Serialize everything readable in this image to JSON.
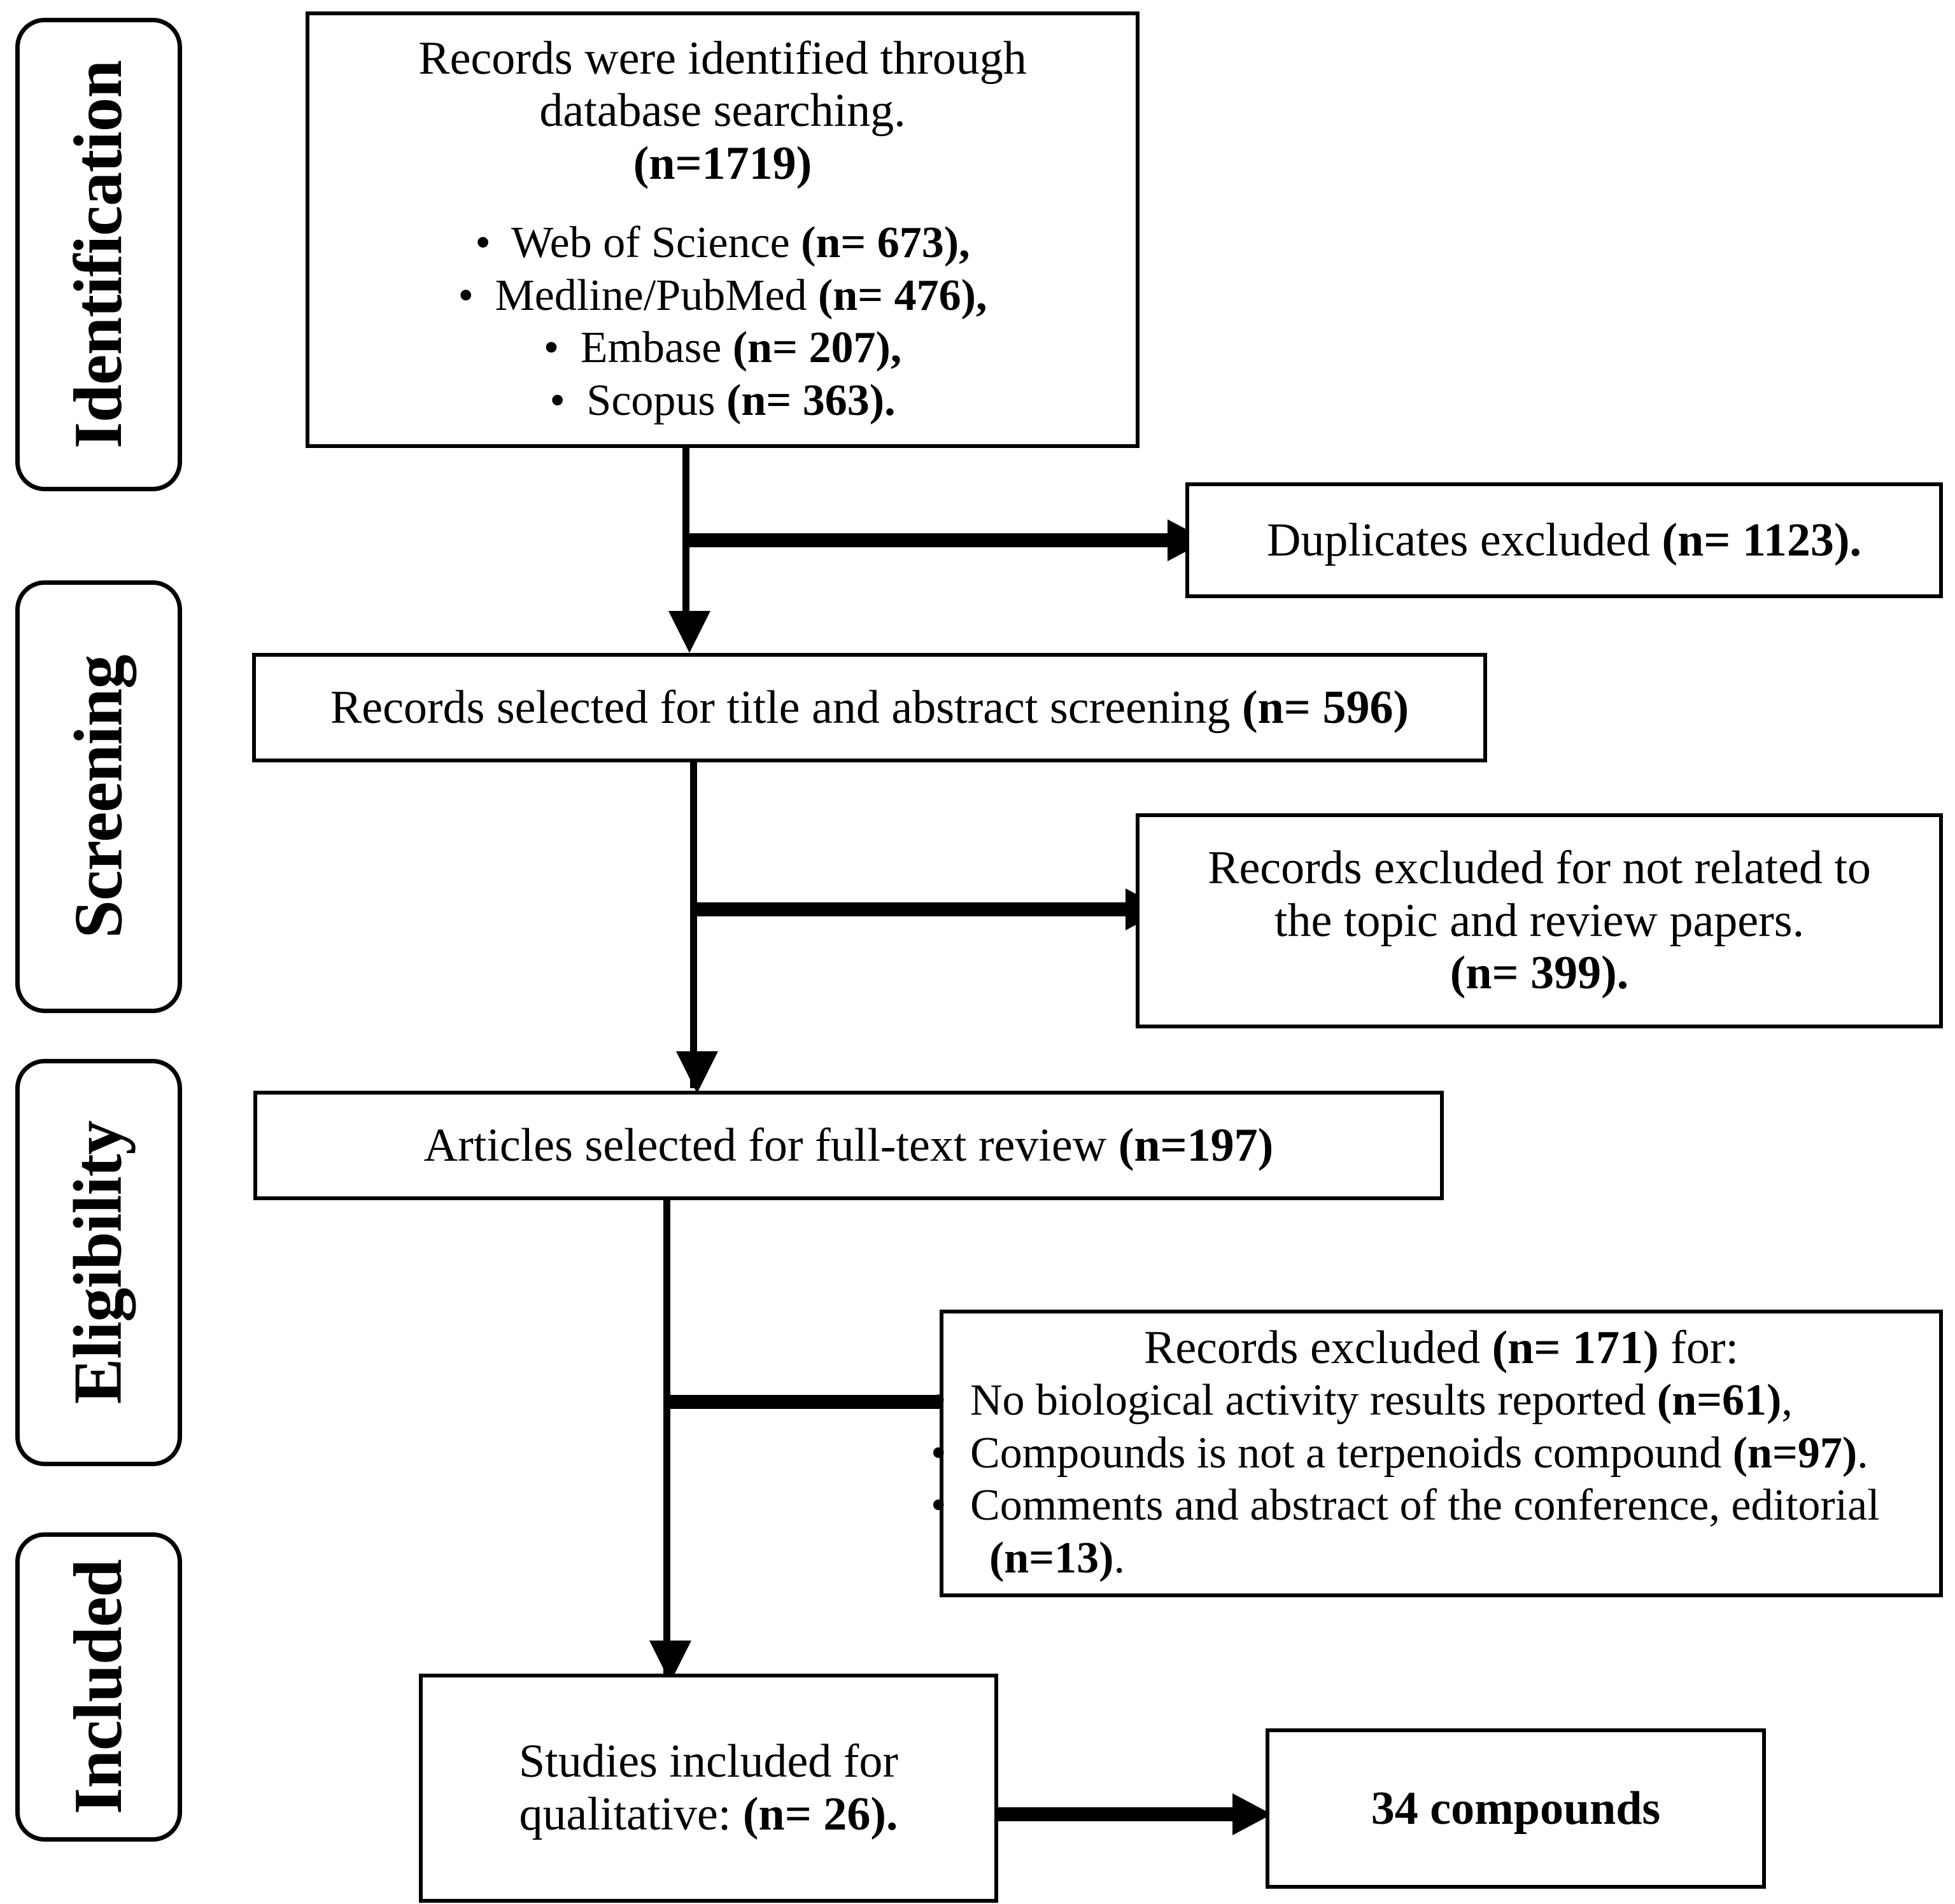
{
  "diagram": {
    "title": "PRISMA study selection flow diagram",
    "stages": [
      {
        "id": "identification",
        "label": "Identification"
      },
      {
        "id": "screening",
        "label": "Screening"
      },
      {
        "id": "eligibility",
        "label": "Eligibility"
      },
      {
        "id": "included",
        "label": "Included"
      }
    ],
    "boxes": {
      "identification": {
        "line1": "Records were identified through",
        "line2": "database searching.",
        "line3": "(n=1719)",
        "sources": [
          {
            "name": "Web of Science",
            "count": "(n= 673),"
          },
          {
            "name": "Medline/PubMed",
            "count": "(n= 476),"
          },
          {
            "name": "Embase",
            "count": "(n= 207),"
          },
          {
            "name": "Scopus",
            "count": "(n= 363)."
          }
        ]
      },
      "duplicates_excluded": {
        "text": "Duplicates excluded ",
        "count": "(n= 1123)."
      },
      "screening_selected": {
        "text": "Records selected for title and abstract screening ",
        "count": "(n= 596)"
      },
      "screening_excluded": {
        "line1": "Records excluded for not related to",
        "line2": "the topic and review papers.",
        "count": "(n= 399)."
      },
      "fulltext_selected": {
        "text": "Articles selected for full-text review ",
        "count": "(n=197)"
      },
      "eligibility_excluded": {
        "heading": "Records excluded ",
        "heading_count": "(n= 171)",
        "heading_tail": " for:",
        "reasons": [
          {
            "text": "No biological activity results reported ",
            "count": "(n=61)",
            "tail": ","
          },
          {
            "text": "Compounds is not a terpenoids compound ",
            "count": "(n=97)",
            "tail": "."
          },
          {
            "text": "Comments and abstract of the conference, editorial ",
            "count": "(n=13)",
            "tail": "."
          }
        ]
      },
      "studies_included": {
        "line1": "Studies included for",
        "line2": "qualitative: ",
        "line2_count": "(n= 26)."
      },
      "compounds": {
        "text": "34 compounds"
      }
    },
    "colors": {
      "stroke": "#000000",
      "background": "#ffffff"
    }
  }
}
